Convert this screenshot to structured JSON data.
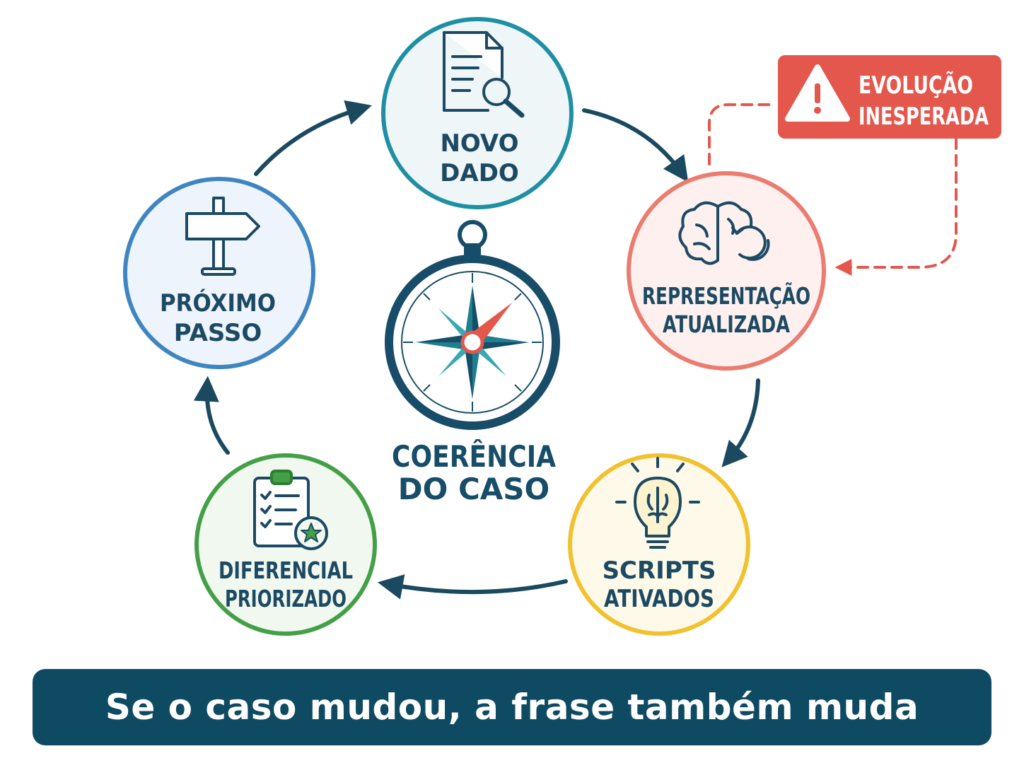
{
  "nodes": {
    "novo_dado": {
      "line1": "NOVO",
      "line2": "DADO"
    },
    "representacao": {
      "line1": "REPRESENTAÇÃO",
      "line2": "ATUALIZADA"
    },
    "scripts": {
      "line1": "SCRIPTS",
      "line2": "ATIVADOS"
    },
    "diferencial": {
      "line1": "DIFERENCIAL",
      "line2": "PRIORIZADO"
    },
    "proximo": {
      "line1": "PRÓXIMO",
      "line2": "PASSO"
    }
  },
  "center": {
    "line1": "COERÊNCIA",
    "line2": "DO CASO"
  },
  "alert": {
    "line1": "EVOLUÇÃO",
    "line2": "INESPERADA"
  },
  "footer": {
    "text": "Se o caso mudou, a frase também muda"
  },
  "colors": {
    "teal": "#1f8fa3",
    "red": "#e4574c",
    "yellow": "#f2c12e",
    "green": "#43a047",
    "blue": "#3f86c0",
    "navy": "#0f4a63"
  },
  "icons": {
    "novo_dado": "document-search-icon",
    "representacao": "brain-refresh-icon",
    "scripts": "lightbulb-brain-icon",
    "diferencial": "clipboard-star-icon",
    "proximo": "signpost-icon",
    "center": "compass-icon",
    "alert": "warning-icon"
  }
}
